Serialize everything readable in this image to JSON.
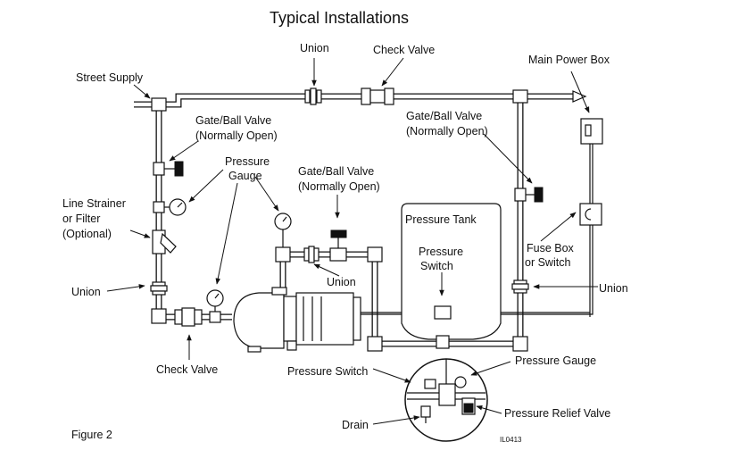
{
  "title": "Typical Installations",
  "figure_label": "Figure 2",
  "code": "IL0413",
  "labels": {
    "street_supply": "Street Supply",
    "union_top": "Union",
    "check_valve_top": "Check Valve",
    "main_power_box": "Main Power Box",
    "gate_valve_left_1": "Gate/Ball Valve",
    "gate_valve_left_2": "(Normally Open)",
    "gate_valve_right_1": "Gate/Ball Valve",
    "gate_valve_right_2": "(Normally Open)",
    "gate_valve_center_1": "Gate/Ball Valve",
    "gate_valve_center_2": "(Normally Open)",
    "pressure_gauge_1": "Pressure",
    "pressure_gauge_2": "Gauge",
    "line_strainer_1": "Line Strainer",
    "line_strainer_2": "or Filter",
    "line_strainer_3": "(Optional)",
    "pressure_tank": "Pressure Tank",
    "pressure_switch_tank_1": "Pressure",
    "pressure_switch_tank_2": "Switch",
    "fuse_box_1": "Fuse Box",
    "fuse_box_2": "or Switch",
    "union_center": "Union",
    "union_left": "Union",
    "union_right": "Union",
    "check_valve_bottom": "Check Valve",
    "pressure_switch_bottom": "Pressure Switch",
    "pressure_gauge_bottom": "Pressure Gauge",
    "pressure_relief_valve": "Pressure Relief Valve",
    "drain": "Drain"
  }
}
